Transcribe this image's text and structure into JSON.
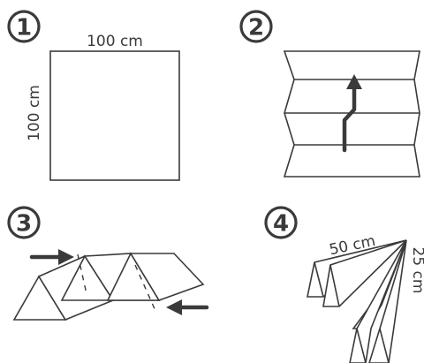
{
  "steps": [
    {
      "number": "1",
      "width_label": "100 cm",
      "height_label": "100 cm"
    },
    {
      "number": "2"
    },
    {
      "number": "3"
    },
    {
      "number": "4",
      "length_label": "50 cm",
      "height_label": "25 cm"
    }
  ],
  "colors": {
    "ink": "#3a3a3a",
    "background": "#ffffff"
  }
}
